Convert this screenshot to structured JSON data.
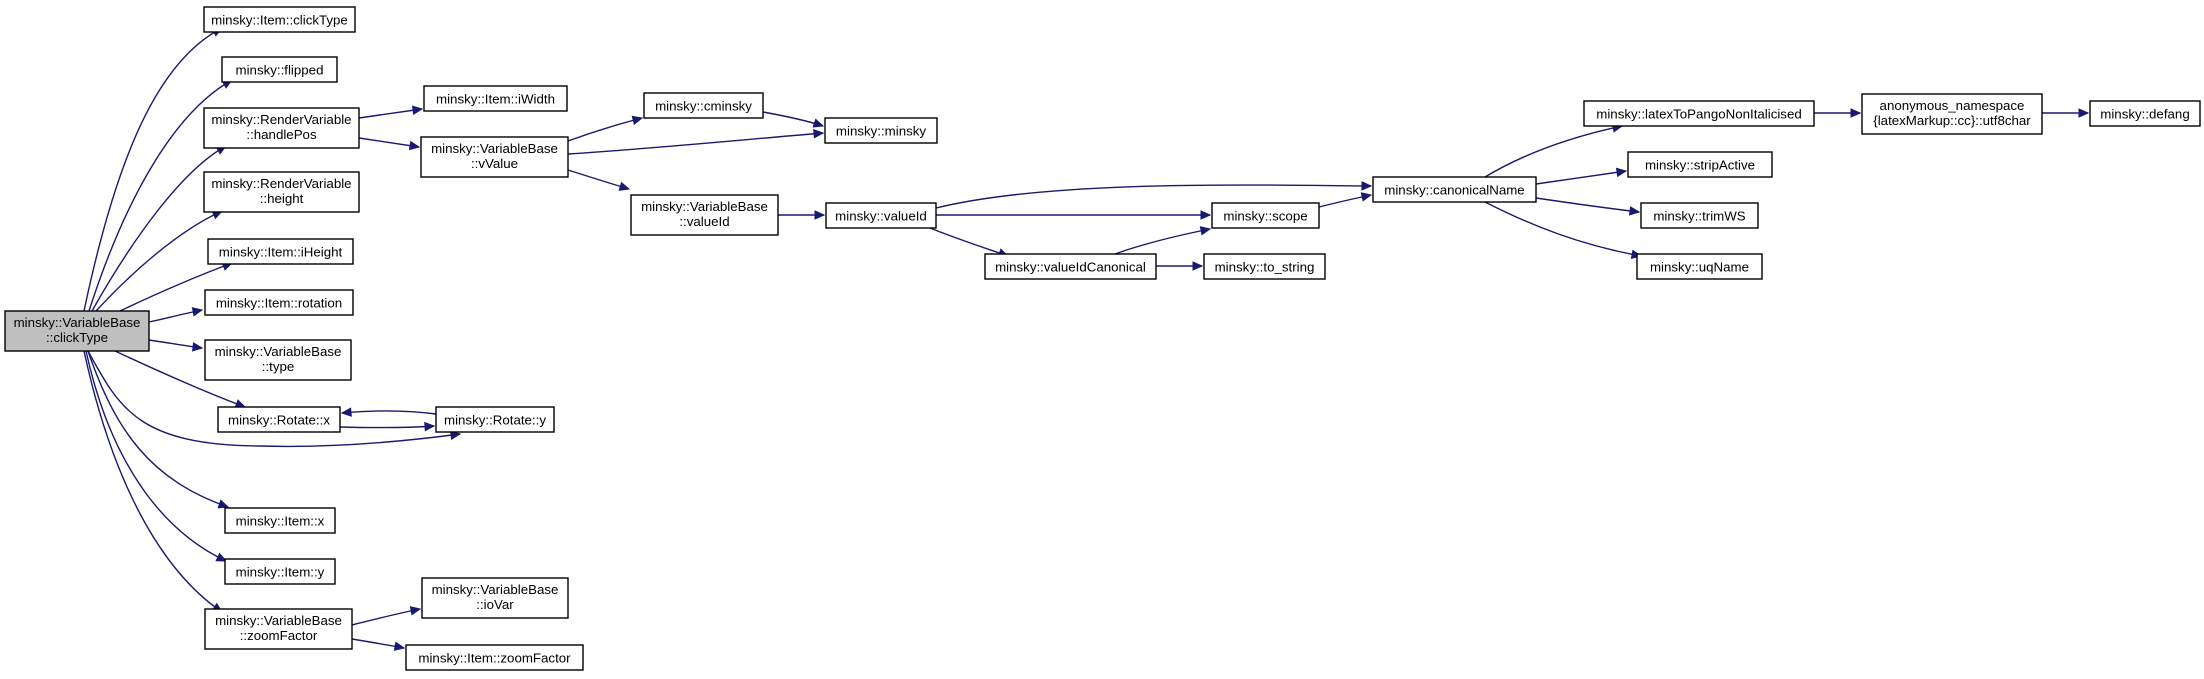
{
  "colors": {
    "edge": "#191970",
    "root_fill": "#bfbfbf",
    "node_fill": "#ffffff",
    "border": "#000000"
  },
  "nodes": {
    "root": {
      "lines": [
        "minsky::VariableBase",
        "::clickType"
      ],
      "root": true
    },
    "itClick": {
      "lines": [
        "minsky::Item::clickType"
      ]
    },
    "flipped": {
      "lines": [
        "minsky::flipped"
      ]
    },
    "rvHandle": {
      "lines": [
        "minsky::RenderVariable",
        "::handlePos"
      ]
    },
    "rvHeight": {
      "lines": [
        "minsky::RenderVariable",
        "::height"
      ]
    },
    "iHeight": {
      "lines": [
        "minsky::Item::iHeight"
      ]
    },
    "rotation": {
      "lines": [
        "minsky::Item::rotation"
      ]
    },
    "vbType": {
      "lines": [
        "minsky::VariableBase",
        "::type"
      ]
    },
    "rotX": {
      "lines": [
        "minsky::Rotate::x"
      ]
    },
    "rotY": {
      "lines": [
        "minsky::Rotate::y"
      ]
    },
    "itemX": {
      "lines": [
        "minsky::Item::x"
      ]
    },
    "itemY": {
      "lines": [
        "minsky::Item::y"
      ]
    },
    "vbZoom": {
      "lines": [
        "minsky::VariableBase",
        "::zoomFactor"
      ]
    },
    "iWidth": {
      "lines": [
        "minsky::Item::iWidth"
      ]
    },
    "vValue": {
      "lines": [
        "minsky::VariableBase",
        "::vValue"
      ]
    },
    "ioVar": {
      "lines": [
        "minsky::VariableBase",
        "::ioVar"
      ]
    },
    "itZoom": {
      "lines": [
        "minsky::Item::zoomFactor"
      ]
    },
    "cminsky": {
      "lines": [
        "minsky::cminsky"
      ]
    },
    "minsky": {
      "lines": [
        "minsky::minsky"
      ]
    },
    "vbValueId": {
      "lines": [
        "minsky::VariableBase",
        "::valueId"
      ]
    },
    "valueId": {
      "lines": [
        "minsky::valueId"
      ]
    },
    "vidCanon": {
      "lines": [
        "minsky::valueIdCanonical"
      ]
    },
    "scope": {
      "lines": [
        "minsky::scope"
      ]
    },
    "toString": {
      "lines": [
        "minsky::to_string"
      ]
    },
    "canonName": {
      "lines": [
        "minsky::canonicalName"
      ]
    },
    "latex": {
      "lines": [
        "minsky::latexToPangoNonItalicised"
      ]
    },
    "strip": {
      "lines": [
        "minsky::stripActive"
      ]
    },
    "trimWS": {
      "lines": [
        "minsky::trimWS"
      ]
    },
    "uqName": {
      "lines": [
        "minsky::uqName"
      ]
    },
    "utf8": {
      "lines": [
        "anonymous_namespace",
        "{latexMarkup::cc}::utf8char"
      ]
    },
    "defang": {
      "lines": [
        "minsky::defang"
      ]
    }
  }
}
